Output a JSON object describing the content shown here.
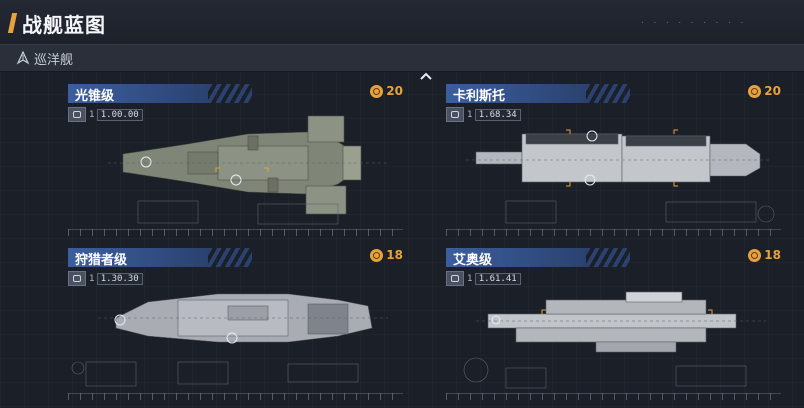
{
  "header": {
    "title": "战舰蓝图"
  },
  "category": {
    "label": "巡洋舰",
    "icon": "cruiser-icon"
  },
  "colors": {
    "accent": "#e9a23b",
    "name_bar": "#3b5e9e",
    "background": "#1b1f27"
  },
  "ships": [
    {
      "name": "光锥级",
      "level": "1",
      "stat": "1.00.00",
      "cost": "20"
    },
    {
      "name": "卡利斯托",
      "level": "1",
      "stat": "1.68.34",
      "cost": "20"
    },
    {
      "name": "狩猎者级",
      "level": "1",
      "stat": "1.30.30",
      "cost": "18"
    },
    {
      "name": "艾奥级",
      "level": "1",
      "stat": "1.61.41",
      "cost": "18"
    }
  ]
}
